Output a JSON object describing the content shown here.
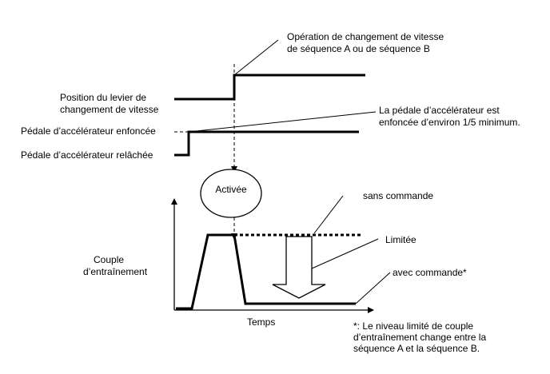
{
  "labels": {
    "operation_line1": "Opération de changement de vitesse",
    "operation_line2": "de séquence A ou de séquence B",
    "lever_line1": "Position du levier de",
    "lever_line2": "changement de vitesse",
    "pedal_note_line1": "La pédale d’accélérateur est",
    "pedal_note_line2": "enfoncée d’environ 1/5 minimum.",
    "pedal_pressed": "Pédale d’accélérateur enfoncée",
    "pedal_released": "Pédale d’accélérateur relâchée",
    "activated": "Activée",
    "without_control": "sans commande",
    "limited": "Limitée",
    "torque_line1": "Couple",
    "torque_line2": "d’entraînement",
    "with_control": "avec commande*",
    "time_axis": "Temps",
    "footnote_line1": "*: Le niveau limité de couple",
    "footnote_line2": "d’entraînement change entre la",
    "footnote_line3": "séquence A et la séquence B."
  }
}
